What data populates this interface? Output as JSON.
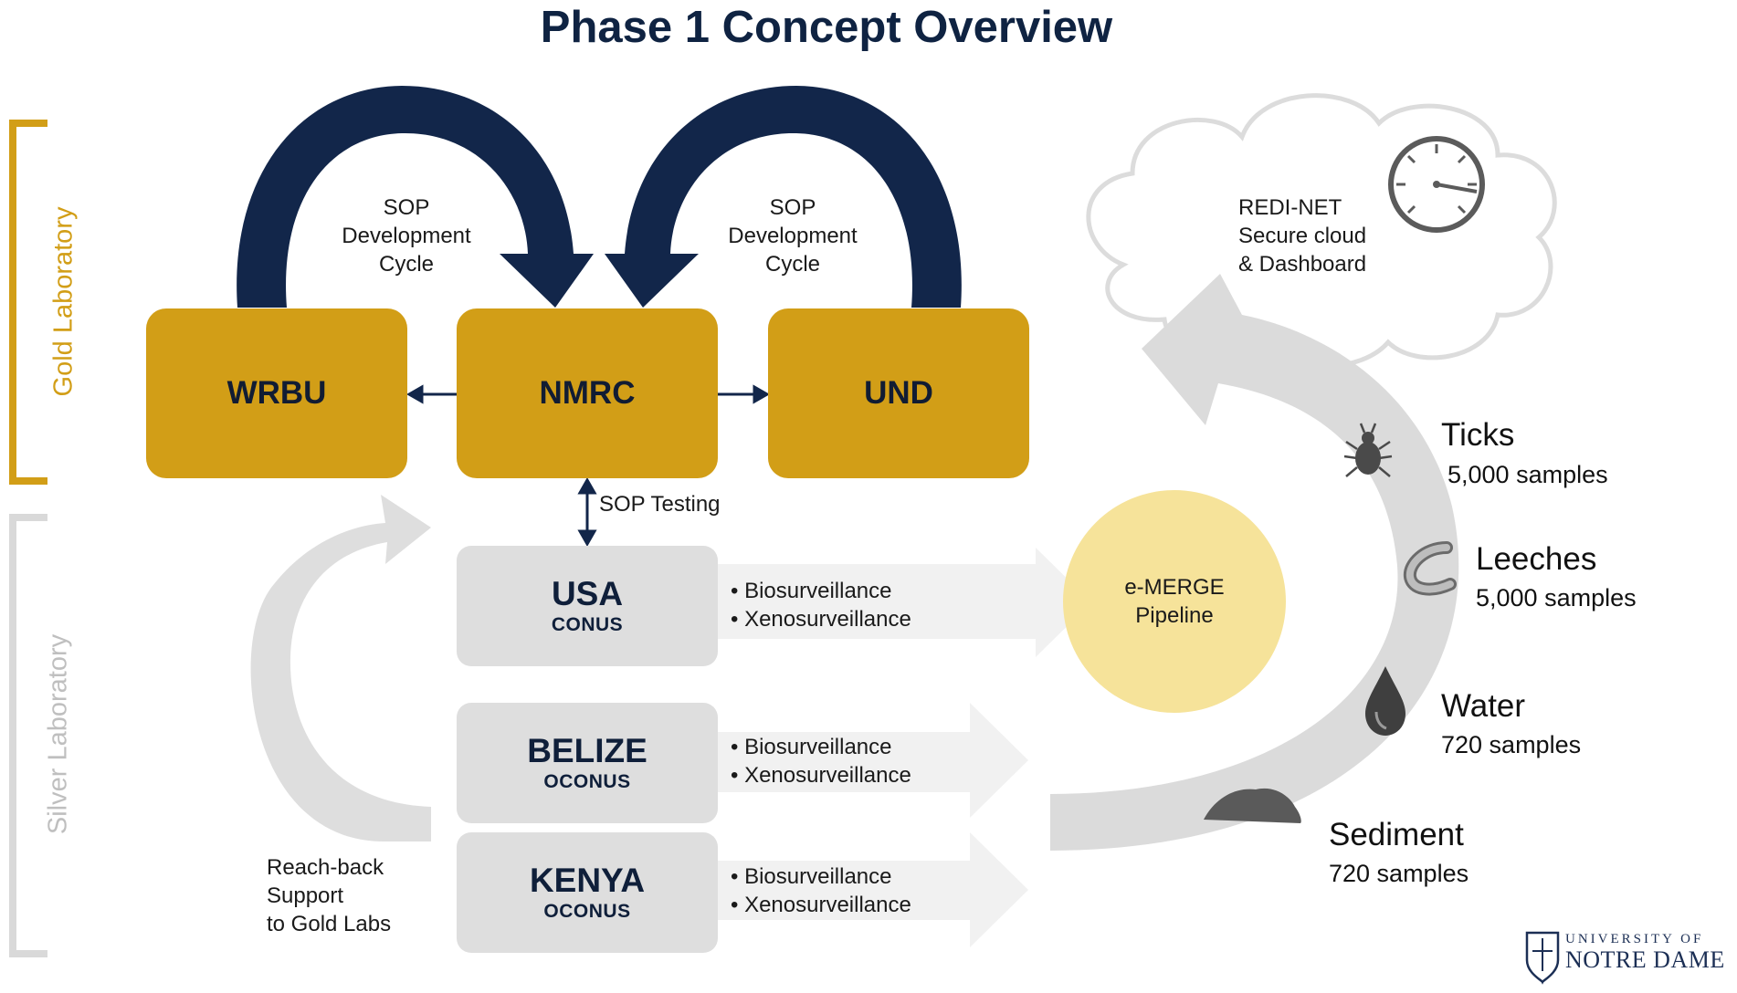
{
  "title": "Phase 1 Concept Overview",
  "side_labels": {
    "gold": "Gold Laboratory",
    "silver": "Silver Laboratory"
  },
  "gold_labs": {
    "wrbu": "WRBU",
    "nmrc": "NMRC",
    "und": "UND"
  },
  "sop_cycle": {
    "left": [
      "SOP",
      "Development",
      "Cycle"
    ],
    "right": [
      "SOP",
      "Development",
      "Cycle"
    ]
  },
  "sop_testing": "SOP Testing",
  "silver_labs": [
    {
      "name": "USA",
      "sub": "CONUS",
      "bullets": [
        "• Biosurveillance",
        "• Xenosurveillance"
      ]
    },
    {
      "name": "BELIZE",
      "sub": "OCONUS",
      "bullets": [
        "• Biosurveillance",
        "• Xenosurveillance"
      ]
    },
    {
      "name": "KENYA",
      "sub": "OCONUS",
      "bullets": [
        "• Biosurveillance",
        "• Xenosurveillance"
      ]
    }
  ],
  "pipeline": [
    "e-MERGE",
    "Pipeline"
  ],
  "reach_back": [
    "Reach-back",
    "Support",
    "to Gold Labs"
  ],
  "cloud": [
    "REDI-NET",
    "Secure cloud",
    "& Dashboard"
  ],
  "samples": [
    {
      "name": "Ticks",
      "count": "5,000 samples",
      "icon": "tick-icon"
    },
    {
      "name": "Leeches",
      "count": "5,000 samples",
      "icon": "leech-icon"
    },
    {
      "name": "Water",
      "count": "720 samples",
      "icon": "water-drop-icon"
    },
    {
      "name": "Sediment",
      "count": "720 samples",
      "icon": "sediment-icon"
    }
  ],
  "logo": {
    "line1": "UNIVERSITY OF",
    "line2": "NOTRE DAME"
  },
  "colors": {
    "gold": "#d29e17",
    "navy": "#0f2342",
    "grey_box": "#dedede",
    "pipeline": "#f6e39a"
  }
}
